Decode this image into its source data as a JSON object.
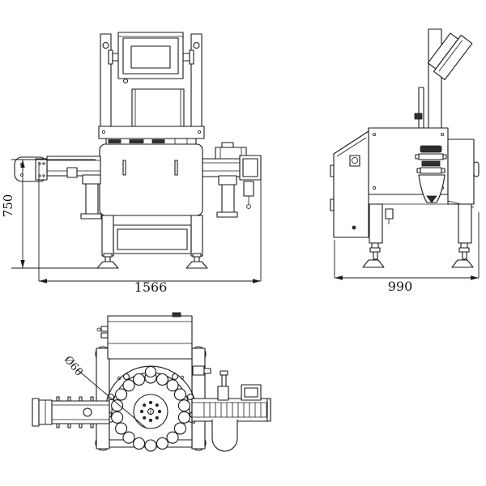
{
  "drawing": {
    "background": "#ffffff",
    "line_color": "#1a1a1a",
    "dimensions": {
      "front_height": "750",
      "front_width": "1566",
      "side_depth": "990",
      "pocket_diameter": "Ø60"
    }
  }
}
